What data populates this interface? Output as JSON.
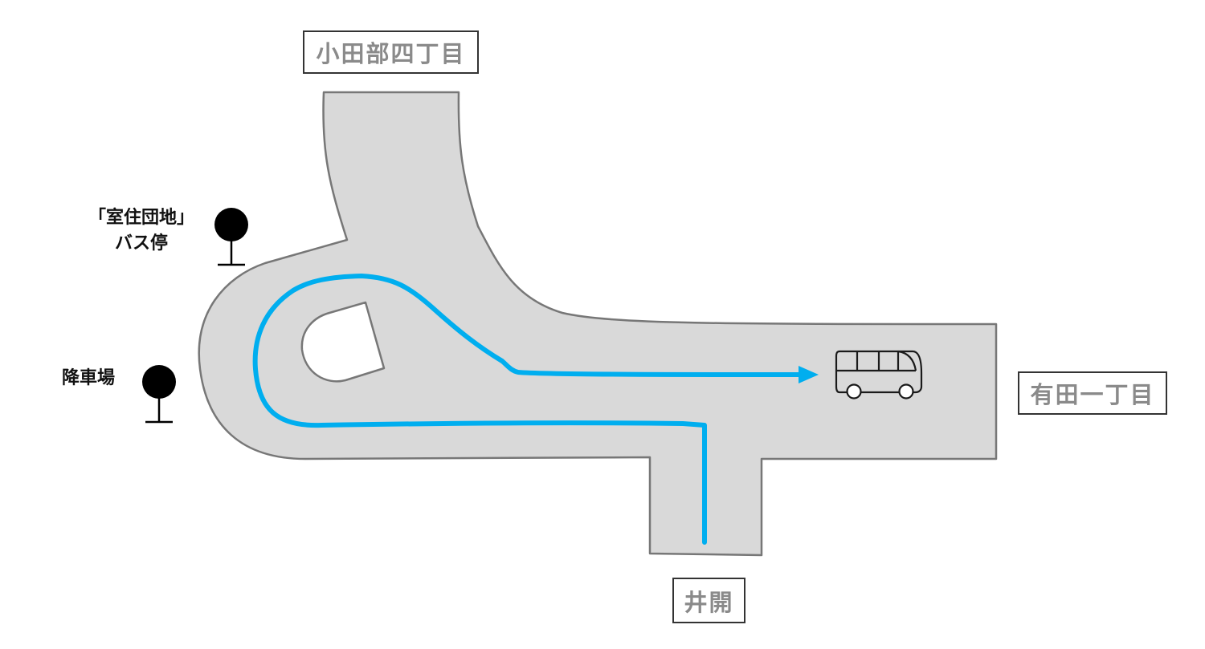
{
  "places": {
    "north": "小田部四丁目",
    "east": "有田一丁目",
    "south": "井開"
  },
  "stops": {
    "bus_stop_line1": "「室住団地」",
    "bus_stop_line2": "バス停",
    "dropoff": "降車場"
  },
  "icons": {
    "stop_marker": "map-pin-icon",
    "vehicle": "bus-icon",
    "direction": "arrow-right-icon"
  },
  "colors": {
    "road_fill": "#d9d9d9",
    "road_edge": "#777777",
    "route": "#00aeef",
    "marker": "#000000",
    "label_text": "#8a8a8a"
  }
}
